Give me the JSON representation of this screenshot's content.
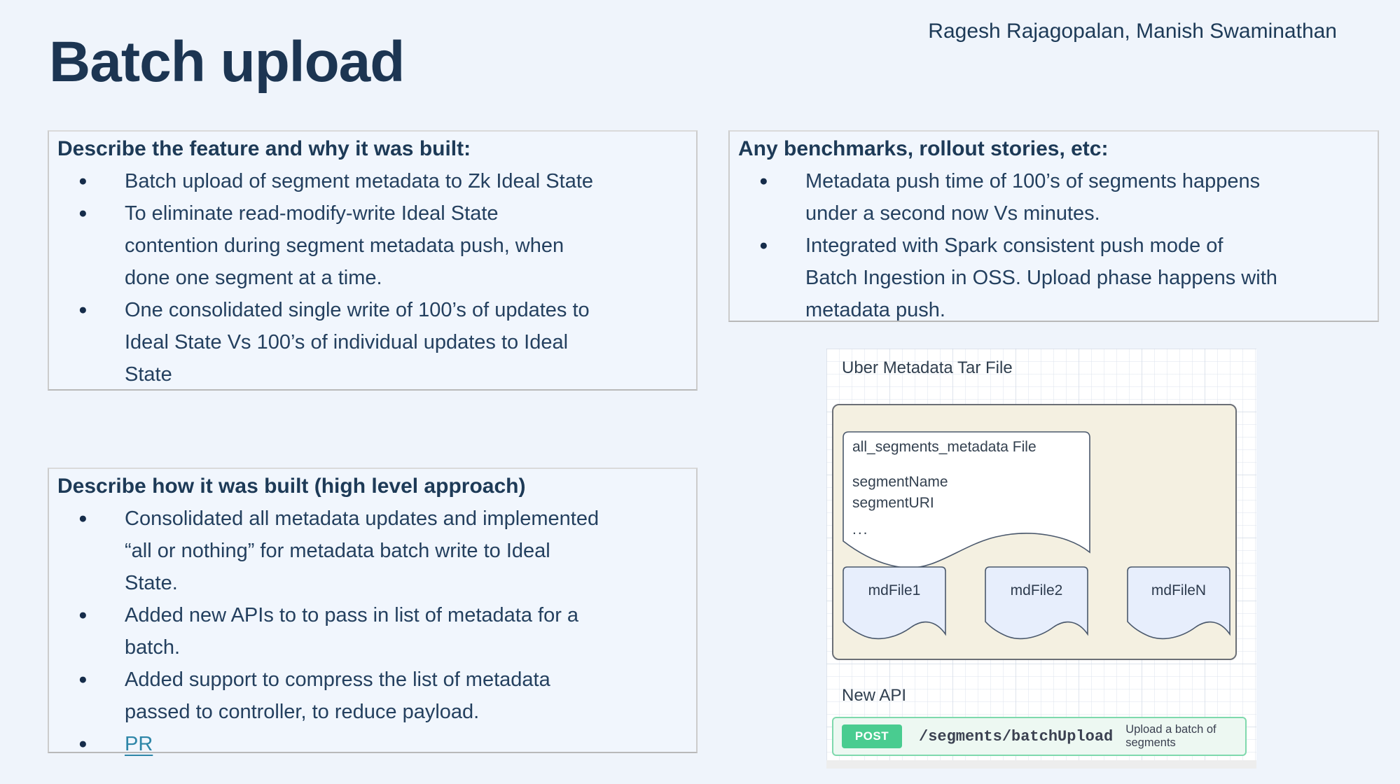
{
  "title": "Batch upload",
  "authors": "Ragesh Rajagopalan, Manish Swaminathan",
  "panel_feature": {
    "heading": "Describe the feature and why it was built:",
    "bullets": [
      "Batch upload of segment metadata to Zk Ideal State",
      "To eliminate read-modify-write Ideal State\ncontention during segment metadata push, when\ndone one segment at a time.",
      "One consolidated single write of 100’s of updates to\nIdeal State Vs 100’s of individual updates to Ideal\nState"
    ]
  },
  "panel_how": {
    "heading": "Describe how it was built (high level approach)",
    "bullets": [
      "Consolidated all metadata updates and implemented\n“all or nothing” for metadata batch write to Ideal\nState.",
      "Added new APIs to to pass in list of metadata for a\nbatch.",
      "Added support to compress the list of metadata\npassed to controller, to reduce payload."
    ],
    "link_label": "PR"
  },
  "panel_benchmarks": {
    "heading": "Any benchmarks, rollout stories, etc:",
    "bullets": [
      "Metadata push time of 100’s of segments happens\nunder a second now Vs minutes.",
      "Integrated with Spark consistent push mode of\nBatch Ingestion in OSS. Upload phase happens with\nmetadata push."
    ]
  },
  "diagram": {
    "tar_label": "Uber Metadata Tar File",
    "main_document": {
      "title": "all_segments_metadata File",
      "fields": [
        "segmentName",
        "segmentURI",
        "..."
      ]
    },
    "files": [
      "mdFile1",
      "mdFile2",
      "mdFileN"
    ],
    "new_api_label": "New API",
    "api": {
      "method": "POST",
      "path": "/segments/batchUpload",
      "description": "Upload a batch of segments"
    }
  },
  "colors": {
    "page_background": "#eff4fb",
    "title_navy": "#1c3552",
    "body_navy": "#24405f",
    "link_teal": "#2e86a8",
    "tar_box_fill": "#f4f0e1",
    "document_fill": "#ffffff",
    "mdfile_fill": "#e7eefc",
    "shape_stroke": "#4a586c",
    "post_green": "#49cc90",
    "api_bar_bg": "#edf8f2"
  }
}
